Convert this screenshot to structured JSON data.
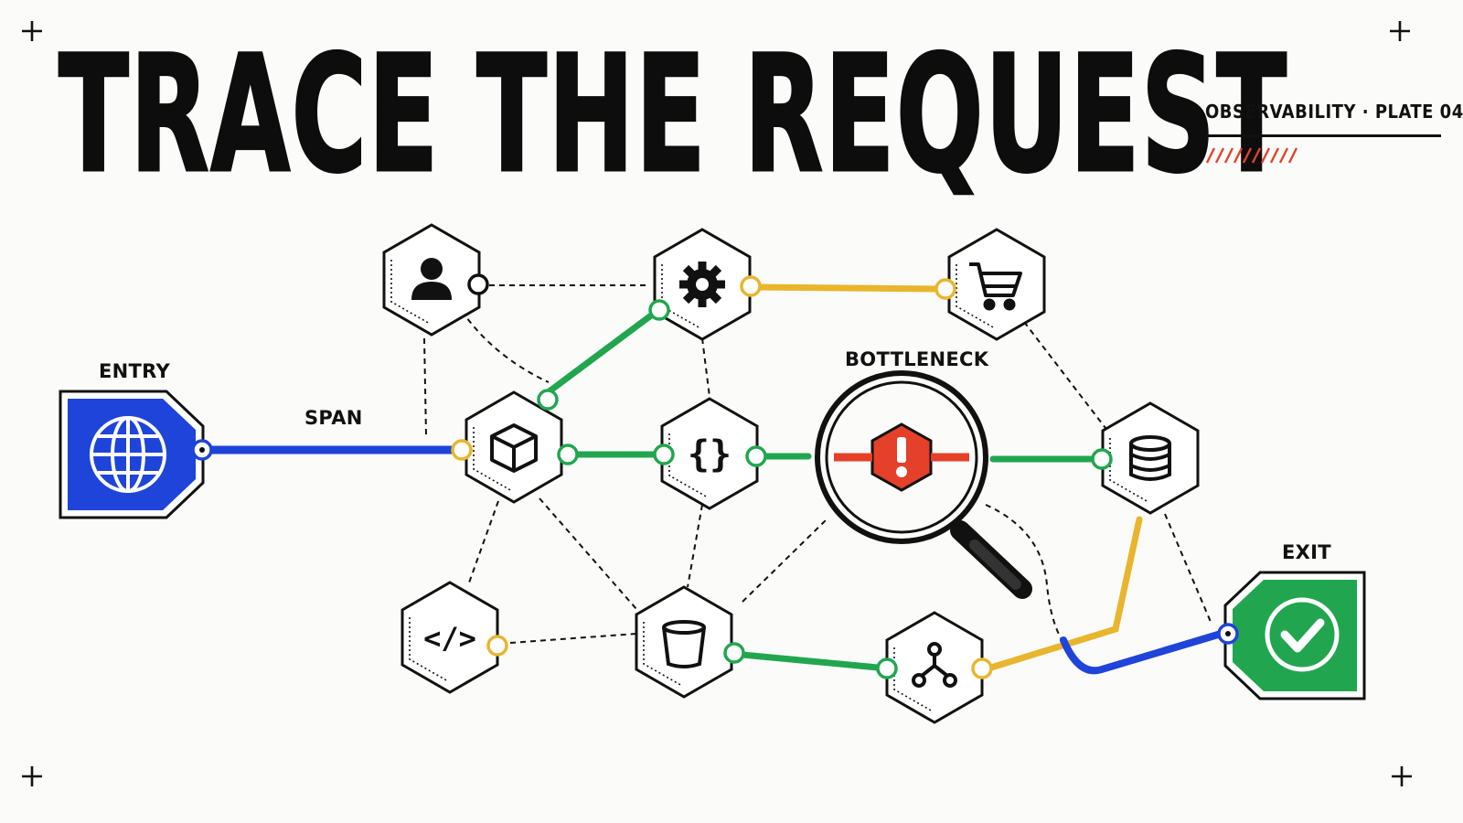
{
  "title": "TRACE THE REQUEST",
  "plate": "OBSERVABILITY · PLATE 04",
  "labels": {
    "entry": "ENTRY",
    "span": "SPAN",
    "bottleneck": "BOTTLENECK",
    "exit": "EXIT"
  },
  "colors": {
    "ink": "#111111",
    "blue": "#1f44d9",
    "green": "#21a64f",
    "yellow": "#e9b52c",
    "red": "#e4402a",
    "entry_fill": "#1f44d9",
    "exit_fill": "#21a64f"
  },
  "nodes": [
    {
      "id": "user",
      "icon": "user-icon"
    },
    {
      "id": "settings",
      "icon": "gear-icon"
    },
    {
      "id": "cart",
      "icon": "cart-icon"
    },
    {
      "id": "package",
      "icon": "cube-icon"
    },
    {
      "id": "api",
      "icon": "curly-braces-icon"
    },
    {
      "id": "database",
      "icon": "database-icon"
    },
    {
      "id": "code",
      "icon": "code-icon"
    },
    {
      "id": "storage",
      "icon": "bucket-icon"
    },
    {
      "id": "network",
      "icon": "network-icon"
    },
    {
      "id": "bottleneck",
      "icon": "alert-icon"
    }
  ]
}
